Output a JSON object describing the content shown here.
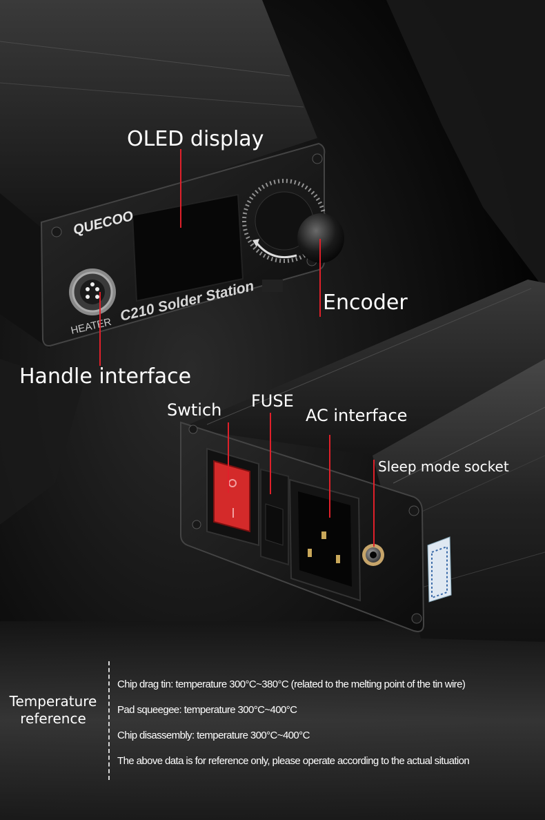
{
  "callouts": {
    "oled": "OLED display",
    "encoder": "Encoder",
    "handle": "Handle interface",
    "switch": "Swtich",
    "fuse": "FUSE",
    "ac": "AC interface",
    "sleep": "Sleep mode socket"
  },
  "product": {
    "brand": "QUECOO",
    "model": "C210 Solder Station",
    "port_label": "HEATER"
  },
  "temperature": {
    "heading": "Temperature reference",
    "items": [
      "Chip drag tin: temperature 300°C~380°C (related to the melting point of the tin wire)",
      "Pad squeegee: temperature 300°C~400°C",
      "Chip disassembly: temperature 300°C~400°C",
      "The above data is for reference only, please operate according to the actual situation"
    ]
  },
  "colors": {
    "leader": "#e0202a",
    "switch_red": "#d42a2a"
  }
}
